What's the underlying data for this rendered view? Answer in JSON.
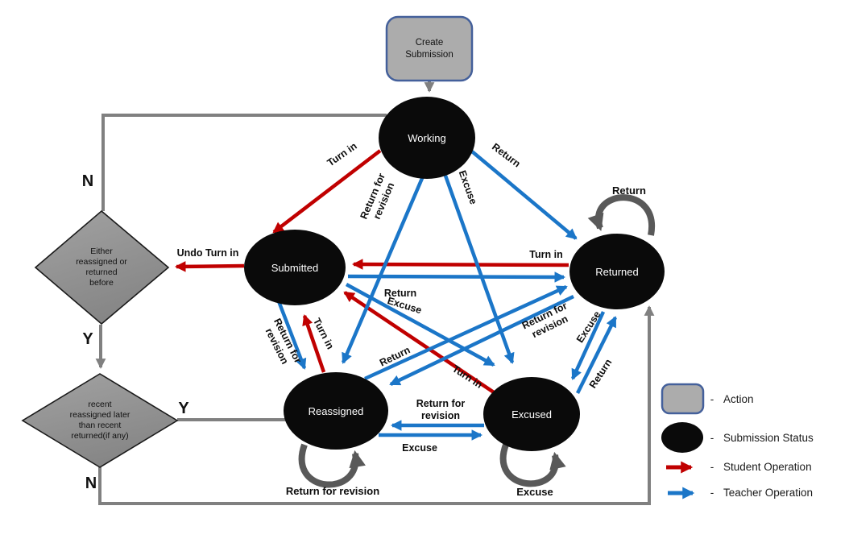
{
  "nodes": {
    "create": [
      "Create",
      "Submission"
    ],
    "working": "Working",
    "submitted": "Submitted",
    "returned": "Returned",
    "reassigned": "Reassigned",
    "excused": "Excused"
  },
  "decisions": {
    "d1": [
      "Either",
      "reassigned or",
      "returned",
      "before"
    ],
    "d2": [
      "recent",
      "reassigned later",
      "than recent",
      "returned(if any)"
    ]
  },
  "branches": {
    "d1_no": "N",
    "d1_yes": "Y",
    "d2_yes": "Y",
    "d2_no": "N"
  },
  "edges": {
    "working_submitted": "Turn in",
    "working_returned": "Return",
    "working_reassigned": [
      "Return for",
      "revision"
    ],
    "working_excused": "Excuse",
    "submitted_decision": "Undo Turn in",
    "returned_submitted": "Turn in",
    "submitted_returned": "Return",
    "submitted_excused": "Excuse",
    "excused_submitted": "Turn in",
    "submitted_reassigned": [
      "Return for",
      "revision"
    ],
    "reassigned_submitted": "Turn in",
    "reassigned_returned": "Return",
    "returned_reassigned": [
      "Return for",
      "revision"
    ],
    "returned_excused": "Excuse",
    "excused_returned": "Return",
    "excused_reassigned": [
      "Return for",
      "revision"
    ],
    "reassigned_excused": "Excuse",
    "returned_self": "Return",
    "reassigned_self": "Return for revision",
    "excused_self": "Excuse"
  },
  "legend": {
    "separator": "-",
    "items": [
      {
        "label": "Action"
      },
      {
        "label": "Submission Status"
      },
      {
        "label": "Student Operation"
      },
      {
        "label": "Teacher Operation"
      }
    ]
  },
  "colors": {
    "student_operation": "#C00000",
    "teacher_operation": "#1B76C8",
    "flow_line": "#808080",
    "self_loop": "#595959",
    "status_fill": "#0a0a0a",
    "shape_fill": "#ACACAC",
    "shape_border": "#44609B"
  }
}
